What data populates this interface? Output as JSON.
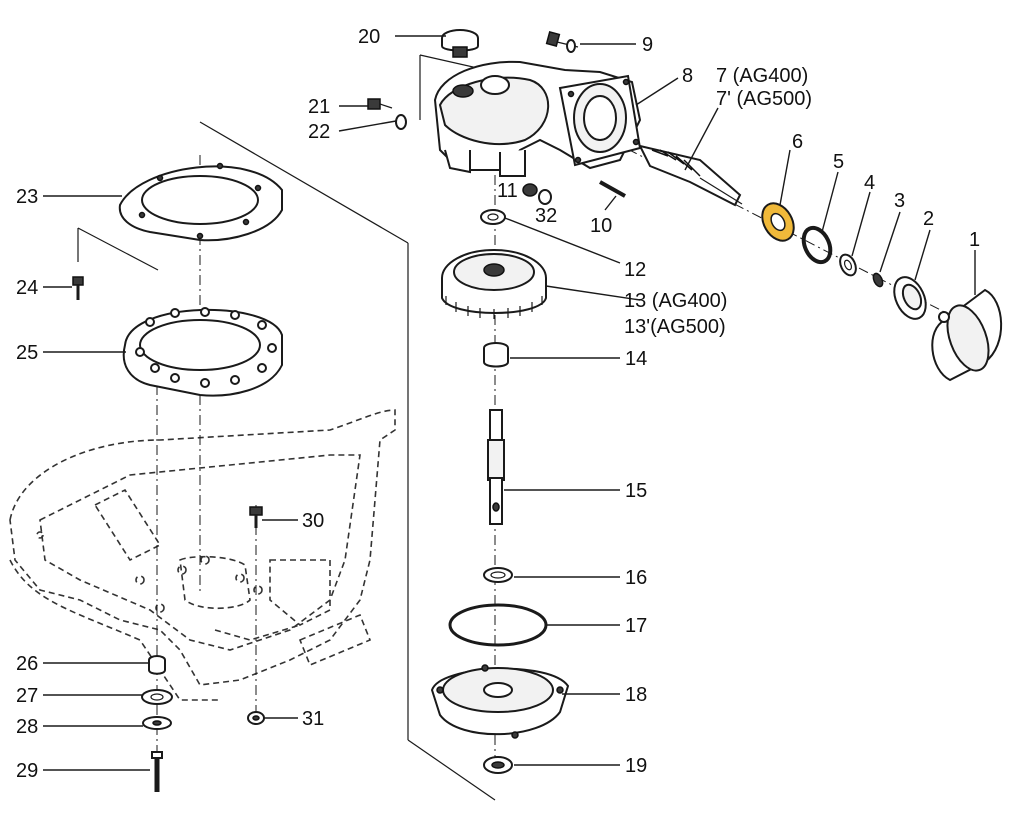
{
  "colors": {
    "line": "#1a1a1a",
    "highlight_bearing": "#f0b93a",
    "background": "#ffffff"
  },
  "callouts": [
    {
      "id": "1",
      "text": "1"
    },
    {
      "id": "2",
      "text": "2"
    },
    {
      "id": "3",
      "text": "3"
    },
    {
      "id": "4",
      "text": "4"
    },
    {
      "id": "5",
      "text": "5"
    },
    {
      "id": "6",
      "text": "6"
    },
    {
      "id": "7",
      "text": "7  (AG400)"
    },
    {
      "id": "7b",
      "text": "7' (AG500)"
    },
    {
      "id": "8",
      "text": "8"
    },
    {
      "id": "9",
      "text": "9"
    },
    {
      "id": "10",
      "text": "10"
    },
    {
      "id": "11",
      "text": "11"
    },
    {
      "id": "12",
      "text": "12"
    },
    {
      "id": "13",
      "text": "13 (AG400)"
    },
    {
      "id": "13b",
      "text": "13'(AG500)"
    },
    {
      "id": "14",
      "text": "14"
    },
    {
      "id": "15",
      "text": "15"
    },
    {
      "id": "16",
      "text": "16"
    },
    {
      "id": "17",
      "text": "17"
    },
    {
      "id": "18",
      "text": "18"
    },
    {
      "id": "19",
      "text": "19"
    },
    {
      "id": "20",
      "text": "20"
    },
    {
      "id": "21",
      "text": "21"
    },
    {
      "id": "22",
      "text": "22"
    },
    {
      "id": "23",
      "text": "23"
    },
    {
      "id": "24",
      "text": "24"
    },
    {
      "id": "25",
      "text": "25"
    },
    {
      "id": "26",
      "text": "26"
    },
    {
      "id": "27",
      "text": "27"
    },
    {
      "id": "28",
      "text": "28"
    },
    {
      "id": "29",
      "text": "29"
    },
    {
      "id": "30",
      "text": "30"
    },
    {
      "id": "31",
      "text": "31"
    },
    {
      "id": "32",
      "text": "32"
    }
  ]
}
